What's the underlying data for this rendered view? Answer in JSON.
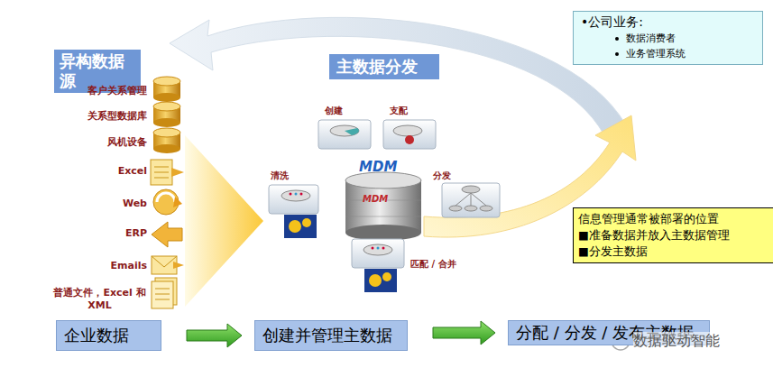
{
  "diagram": {
    "nodes": [
      {
        "text": [
          "异构数据源"
        ]
      },
      {
        "text": [
          "主数据分发"
        ]
      },
      {
        "text": [
          "•公司业务:",
          "数据消费者",
          "业务管理系统"
        ]
      },
      {
        "text": [
          "信息管理通常被部署的位置",
          "■准备数据并放入主数据管理",
          "■分发主数据"
        ]
      },
      {
        "text": [
          "企业数据"
        ]
      },
      {
        "text": [
          "创建并管理主数据"
        ]
      },
      {
        "text": [
          "分配 / 分发 / 发布主数据"
        ]
      }
    ],
    "edges": [
      {
        "from": 4,
        "to": 5,
        "arrow": "to"
      },
      {
        "from": 5,
        "to": 6,
        "arrow": "to"
      }
    ],
    "labels": [
      "客户关系管理",
      "关系型数据库",
      "风机设备",
      "Excel",
      "Web",
      "ERP",
      "Emails",
      "普通文件，Excel 和 XML",
      "MDM",
      "MDM",
      "创建",
      "支配",
      "清洗",
      "分发",
      "匹配 / 合并",
      "数据驱动智能"
    ]
  }
}
